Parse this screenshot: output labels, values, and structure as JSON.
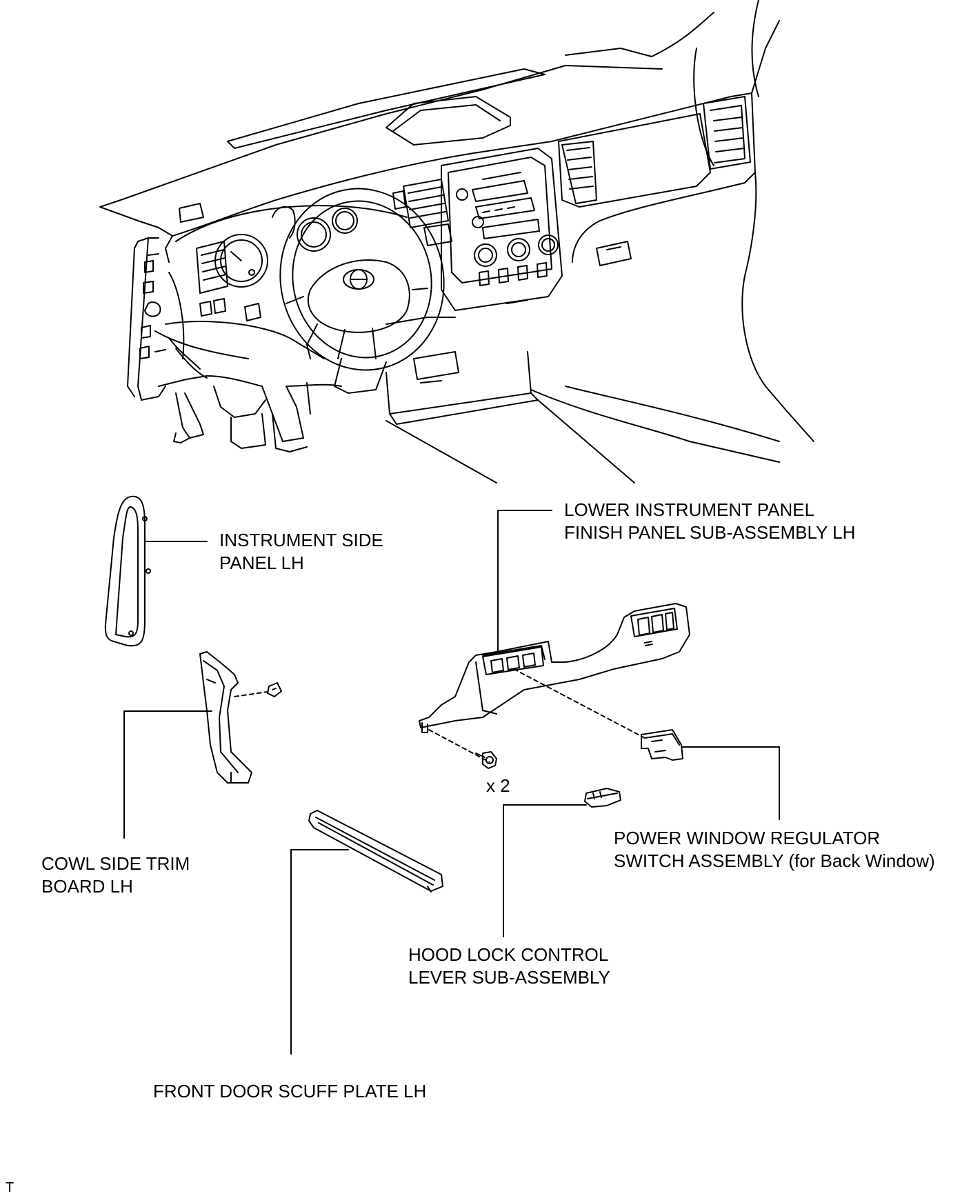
{
  "labels": {
    "instrument_side_panel": [
      "INSTRUMENT SIDE",
      "PANEL LH"
    ],
    "lower_instrument_panel": [
      "LOWER INSTRUMENT PANEL",
      "FINISH PANEL SUB-ASSEMBLY LH"
    ],
    "cowl_side_trim": [
      "COWL SIDE TRIM",
      "BOARD LH"
    ],
    "power_window_switch": [
      "POWER WINDOW REGULATOR",
      "SWITCH ASSEMBLY (for Back Window)"
    ],
    "hood_lock_lever": [
      "HOOD LOCK CONTROL",
      "LEVER SUB-ASSEMBLY"
    ],
    "front_door_scuff": [
      "FRONT DOOR SCUFF PLATE LH"
    ],
    "bolt_quantity": "x 2",
    "corner_mark": "T"
  },
  "colors": {
    "line": "#000000",
    "background": "#ffffff"
  }
}
